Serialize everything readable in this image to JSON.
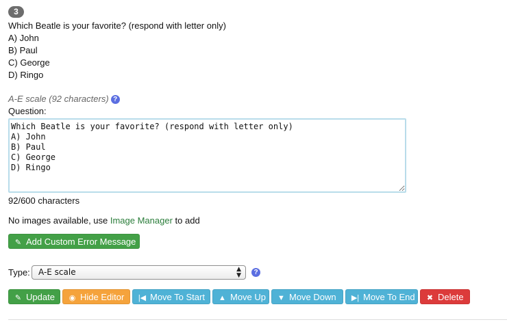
{
  "question_number": "3",
  "preview": {
    "question": "Which Beatle is your favorite? (respond with letter only)",
    "options": [
      "A) John",
      "B) Paul",
      "C) George",
      "D) Ringo"
    ]
  },
  "scale_label": "A-E scale (92 characters)",
  "help_glyph": "?",
  "question_label": "Question:",
  "question_text": "Which Beatle is your favorite? (respond with letter only)\nA) John\nB) Paul\nC) George\nD) Ringo",
  "char_count": "92/600 characters",
  "images": {
    "prefix": "No images available, use ",
    "link": "Image Manager",
    "suffix": " to add"
  },
  "buttons": {
    "add_error": "Add Custom Error Message",
    "update": "Update",
    "hide_editor": "Hide Editor",
    "move_start": "Move To Start",
    "move_up": "Move Up",
    "move_down": "Move Down",
    "move_end": "Move To End",
    "delete": "Delete"
  },
  "type": {
    "label": "Type:",
    "selected": "A-E scale"
  },
  "colors": {
    "green": "#43a047",
    "orange": "#f5a33c",
    "blue": "#4fb2d6",
    "red": "#dc3b3b",
    "help": "#5b6ee1"
  },
  "icons": {
    "pencil": "pencil-icon",
    "eye_slash": "eye-slash-icon",
    "skip_start": "skip-start-icon",
    "caret_up": "caret-up-icon",
    "caret_down": "caret-down-icon",
    "skip_end": "skip-end-icon",
    "close": "close-icon",
    "help": "help-icon"
  }
}
